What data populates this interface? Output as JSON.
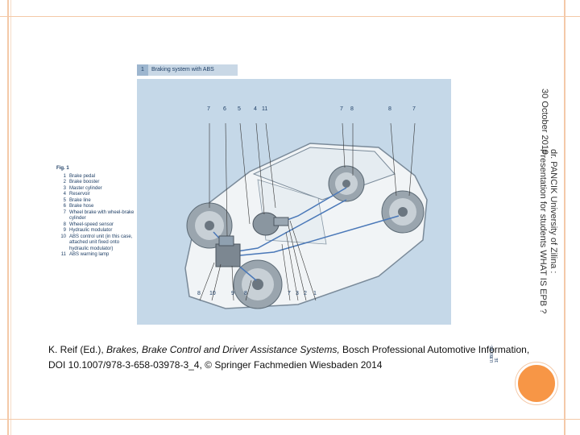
{
  "figure": {
    "header_number": "1",
    "header_title": "Braking system with ABS",
    "callouts_top": [
      "7",
      "6",
      "5",
      "4",
      "11",
      "7",
      "8",
      "8",
      "7"
    ],
    "callouts_bottom": [
      "8",
      "10",
      "9",
      "8",
      "7",
      "3",
      "2",
      "1"
    ],
    "code": "UJB0086-1E",
    "legend_title": "Fig. 1",
    "legend": [
      {
        "n": "1",
        "t": "Brake pedal"
      },
      {
        "n": "2",
        "t": "Brake booster"
      },
      {
        "n": "3",
        "t": "Master cylinder"
      },
      {
        "n": "4",
        "t": "Reservoir"
      },
      {
        "n": "5",
        "t": "Brake line"
      },
      {
        "n": "6",
        "t": "Brake hose"
      },
      {
        "n": "7",
        "t": "Wheel brake with wheel-brake cylinder"
      },
      {
        "n": "8",
        "t": "Wheel-speed sensor"
      },
      {
        "n": "9",
        "t": "Hydraulic modulator"
      },
      {
        "n": "10",
        "t": "ABS control unit (in this case, attached unit fixed onto hydraulic modulator)"
      },
      {
        "n": "11",
        "t": "ABS warning lamp"
      }
    ]
  },
  "side": {
    "date": "30 October 2019",
    "author_line1": "dr. PANCIK University of Zilina :",
    "author_line2": "Presentation for students WHAT IS EPB ?"
  },
  "citation": {
    "prefix": "K. Reif (Ed.), ",
    "title": "Brakes, Brake Control and Driver Assistance Systems,",
    "suffix": " Bosch Professional Automotive Information, DOI 10.1007/978-3-658-03978-3_4, © Springer Fachmedien Wiesbaden 2014"
  },
  "colors": {
    "accent": "#f79646",
    "frame": "#f4c9a8",
    "figure_bg": "#c5d8e8",
    "legend_text": "#1f3f66"
  }
}
